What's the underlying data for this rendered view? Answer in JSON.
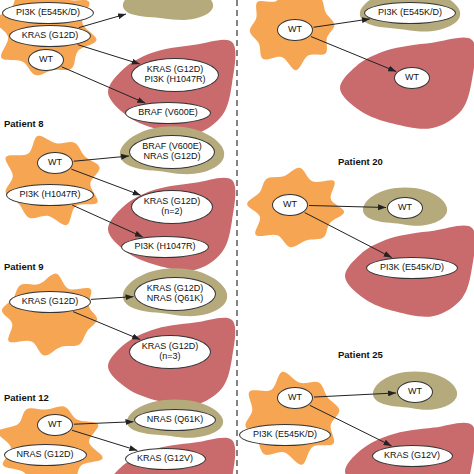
{
  "diagram": {
    "nodes": [
      {
        "text": [
          "PI3K (E545K/D)"
        ]
      },
      {
        "text": [
          "KRAS (G12D)"
        ]
      },
      {
        "text": [
          "WT"
        ]
      },
      {
        "text": [
          "KRAS (G12D)",
          "PI3K (H1047R)"
        ]
      },
      {
        "text": [
          "BRAF (V600E)"
        ]
      },
      {
        "text": [
          "WT"
        ]
      },
      {
        "text": [
          "PI3K (H1047R)"
        ]
      },
      {
        "text": [
          "BRAF (V600E)",
          "NRAS (G12D)"
        ]
      },
      {
        "text": [
          "KRAS (G12D)",
          "(n=2)"
        ]
      },
      {
        "text": [
          "PI3K (H1047R)"
        ]
      },
      {
        "text": [
          "KRAS (G12D)"
        ]
      },
      {
        "text": [
          "KRAS (G12D)",
          "NRAS (Q61K)"
        ]
      },
      {
        "text": [
          "KRAS (G12D)",
          "(n=3)"
        ]
      },
      {
        "text": [
          "WT"
        ]
      },
      {
        "text": [
          "NRAS (G12D)"
        ]
      },
      {
        "text": [
          "NRAS (Q61K)"
        ]
      },
      {
        "text": [
          "KRAS (G12V)"
        ]
      },
      {
        "text": [
          "WT"
        ]
      },
      {
        "text": [
          "PI3K (E545K/D)"
        ]
      },
      {
        "text": [
          "WT"
        ]
      },
      {
        "text": [
          "WT"
        ]
      },
      {
        "text": [
          "WT"
        ]
      },
      {
        "text": [
          "PI3K (E545K/D)"
        ]
      },
      {
        "text": [
          "WT"
        ]
      },
      {
        "text": [
          "PI3K (E545K/D)"
        ]
      },
      {
        "text": [
          "WT"
        ]
      },
      {
        "text": [
          "KRAS (G12V)"
        ]
      }
    ],
    "edges": [
      {
        "from": 1,
        "to": 3,
        "arrow": "to"
      },
      {
        "from": 2,
        "to": 4,
        "arrow": "to"
      },
      {
        "from": 5,
        "to": 7,
        "arrow": "to"
      },
      {
        "from": 5,
        "to": 8,
        "arrow": "to"
      },
      {
        "from": 6,
        "to": 9,
        "arrow": "to"
      },
      {
        "from": 10,
        "to": 11,
        "arrow": "to"
      },
      {
        "from": 10,
        "to": 12,
        "arrow": "to"
      },
      {
        "from": 13,
        "to": 15,
        "arrow": "to"
      },
      {
        "from": 13,
        "to": 16,
        "arrow": "to"
      },
      {
        "from": 17,
        "to": 18,
        "arrow": "to"
      },
      {
        "from": 17,
        "to": 19,
        "arrow": "to"
      },
      {
        "from": 20,
        "to": 21,
        "arrow": "to"
      },
      {
        "from": 20,
        "to": 22,
        "arrow": "to"
      },
      {
        "from": 23,
        "to": 25,
        "arrow": "to"
      },
      {
        "from": 23,
        "to": 26,
        "arrow": "to"
      }
    ],
    "labels": [
      "Patient 8",
      "Patient 9",
      "Patient 12",
      "Patient 20",
      "Patient 25"
    ]
  }
}
